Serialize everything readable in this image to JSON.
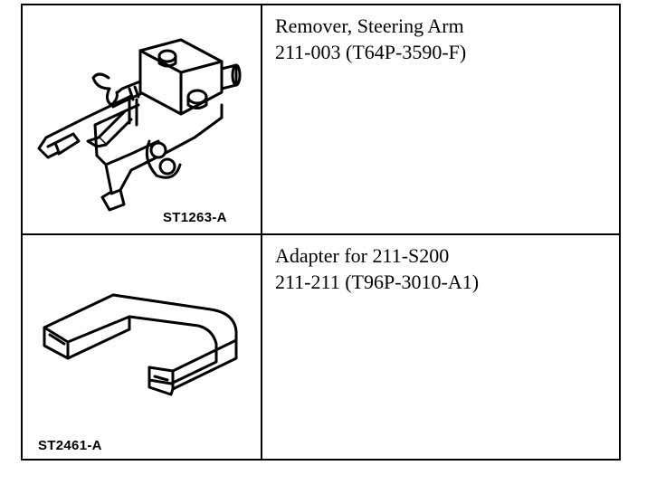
{
  "tools": [
    {
      "name": "Remover, Steering Arm",
      "number": "211-003 (T64P-3590-F)",
      "figure_code": "ST1263-A"
    },
    {
      "name": "Adapter for 211-S200",
      "number": "211-211 (T96P-3010-A1)",
      "figure_code": "ST2461-A"
    }
  ]
}
